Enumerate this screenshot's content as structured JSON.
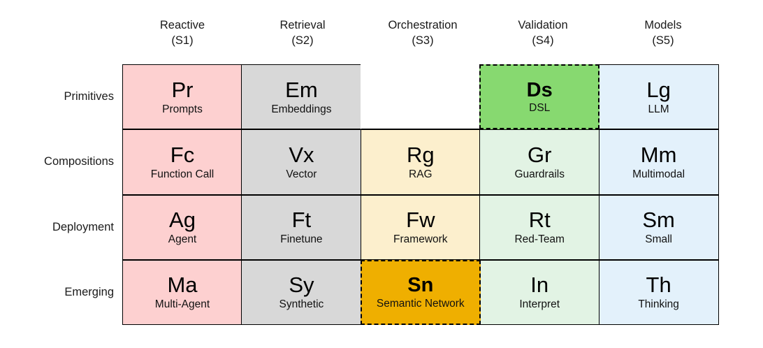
{
  "figure": {
    "type": "periodic-table-diagram",
    "title": "",
    "columns": [
      {
        "name": "Reactive",
        "code": "(S1)",
        "color": "#FDD0D0"
      },
      {
        "name": "Retrieval",
        "code": "(S2)",
        "color": "#D8D8D8"
      },
      {
        "name": "Orchestration",
        "code": "(S3)",
        "color": "#FCEFCD"
      },
      {
        "name": "Validation",
        "code": "(S4)",
        "color": "#E2F3E4"
      },
      {
        "name": "Models",
        "code": "(S5)",
        "color": "#E3F1FB"
      }
    ],
    "rows": [
      {
        "label": "Primitives"
      },
      {
        "label": "Compositions"
      },
      {
        "label": "Deployment"
      },
      {
        "label": "Emerging"
      }
    ],
    "highlight_colors": {
      "green": "#87D970",
      "amber": "#EFAF00",
      "border": "#000000"
    },
    "cells": [
      [
        {
          "symbol": "Pr",
          "name": "Prompts",
          "color": "#FDD0D0",
          "empty": false,
          "highlight": false
        },
        {
          "symbol": "Em",
          "name": "Embeddings",
          "color": "#D8D8D8",
          "empty": false,
          "highlight": false
        },
        {
          "symbol": "",
          "name": "",
          "color": "#FFFFFF",
          "empty": true,
          "highlight": false
        },
        {
          "symbol": "Ds",
          "name": "DSL",
          "color": "#87D970",
          "empty": false,
          "highlight": true
        },
        {
          "symbol": "Lg",
          "name": "LLM",
          "color": "#E3F1FB",
          "empty": false,
          "highlight": false
        }
      ],
      [
        {
          "symbol": "Fc",
          "name": "Function Call",
          "color": "#FDD0D0",
          "empty": false,
          "highlight": false
        },
        {
          "symbol": "Vx",
          "name": "Vector",
          "color": "#D8D8D8",
          "empty": false,
          "highlight": false
        },
        {
          "symbol": "Rg",
          "name": "RAG",
          "color": "#FCEFCD",
          "empty": false,
          "highlight": false
        },
        {
          "symbol": "Gr",
          "name": "Guardrails",
          "color": "#E2F3E4",
          "empty": false,
          "highlight": false
        },
        {
          "symbol": "Mm",
          "name": "Multimodal",
          "color": "#E3F1FB",
          "empty": false,
          "highlight": false
        }
      ],
      [
        {
          "symbol": "Ag",
          "name": "Agent",
          "color": "#FDD0D0",
          "empty": false,
          "highlight": false
        },
        {
          "symbol": "Ft",
          "name": "Finetune",
          "color": "#D8D8D8",
          "empty": false,
          "highlight": false
        },
        {
          "symbol": "Fw",
          "name": "Framework",
          "color": "#FCEFCD",
          "empty": false,
          "highlight": false
        },
        {
          "symbol": "Rt",
          "name": "Red-Team",
          "color": "#E2F3E4",
          "empty": false,
          "highlight": false
        },
        {
          "symbol": "Sm",
          "name": "Small",
          "color": "#E3F1FB",
          "empty": false,
          "highlight": false
        }
      ],
      [
        {
          "symbol": "Ma",
          "name": "Multi-Agent",
          "color": "#FDD0D0",
          "empty": false,
          "highlight": false
        },
        {
          "symbol": "Sy",
          "name": "Synthetic",
          "color": "#D8D8D8",
          "empty": false,
          "highlight": false
        },
        {
          "symbol": "Sn",
          "name": "Semantic Network",
          "color": "#EFAF00",
          "empty": false,
          "highlight": true
        },
        {
          "symbol": "In",
          "name": "Interpret",
          "color": "#E2F3E4",
          "empty": false,
          "highlight": false
        },
        {
          "symbol": "Th",
          "name": "Thinking",
          "color": "#E3F1FB",
          "empty": false,
          "highlight": false
        }
      ]
    ]
  }
}
